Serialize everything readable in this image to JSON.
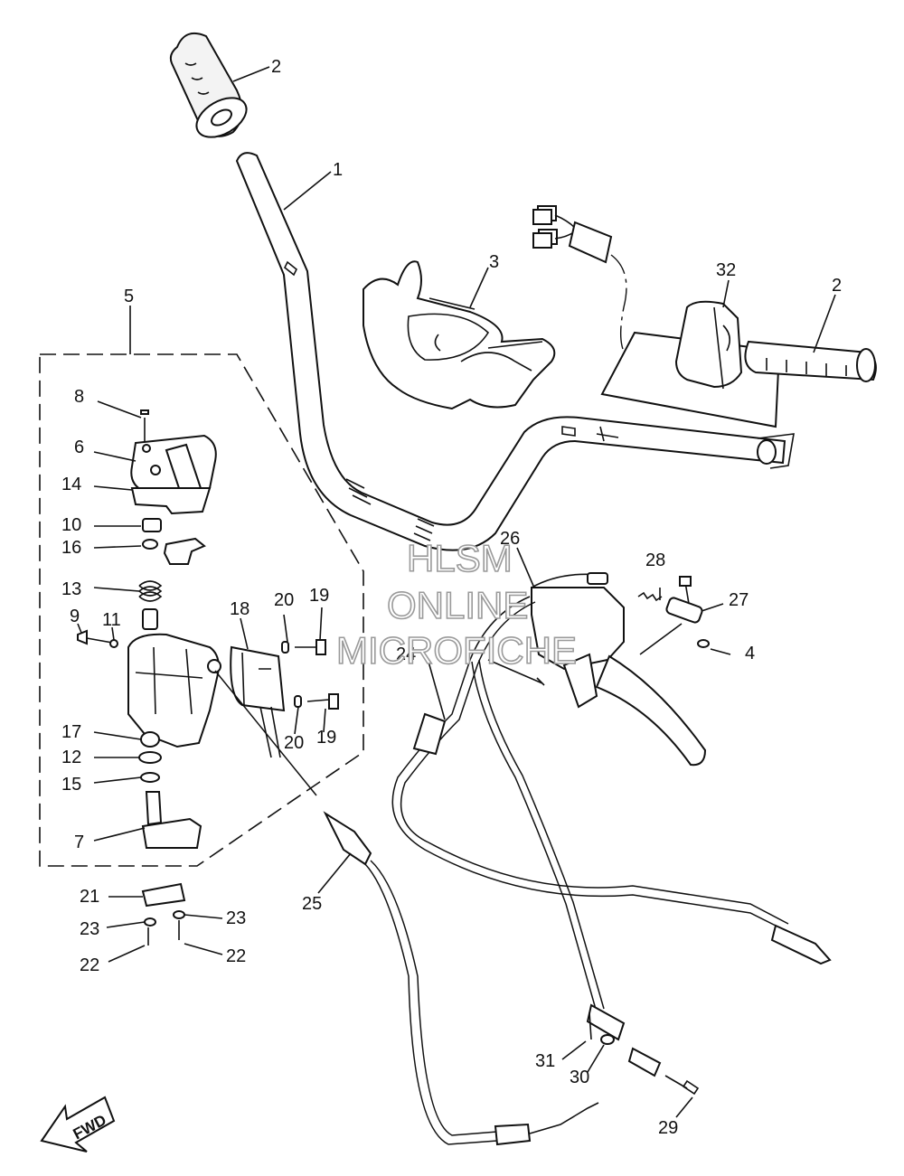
{
  "watermark": {
    "line1": "HLSM",
    "line2": "ONLINE",
    "line3": "MICROFICHE"
  },
  "fwd_label": "FWD",
  "callouts": [
    {
      "id": "c2a",
      "label": "2"
    },
    {
      "id": "c1",
      "label": "1"
    },
    {
      "id": "c3",
      "label": "3"
    },
    {
      "id": "c32",
      "label": "32"
    },
    {
      "id": "c2b",
      "label": "2"
    },
    {
      "id": "c5",
      "label": "5"
    },
    {
      "id": "c8",
      "label": "8"
    },
    {
      "id": "c6",
      "label": "6"
    },
    {
      "id": "c14",
      "label": "14"
    },
    {
      "id": "c10",
      "label": "10"
    },
    {
      "id": "c16",
      "label": "16"
    },
    {
      "id": "c13",
      "label": "13"
    },
    {
      "id": "c9",
      "label": "9"
    },
    {
      "id": "c11",
      "label": "11"
    },
    {
      "id": "c18",
      "label": "18"
    },
    {
      "id": "c20a",
      "label": "20"
    },
    {
      "id": "c19a",
      "label": "19"
    },
    {
      "id": "c20b",
      "label": "20"
    },
    {
      "id": "c19b",
      "label": "19"
    },
    {
      "id": "c17",
      "label": "17"
    },
    {
      "id": "c12",
      "label": "12"
    },
    {
      "id": "c15",
      "label": "15"
    },
    {
      "id": "c7",
      "label": "7"
    },
    {
      "id": "c26",
      "label": "26"
    },
    {
      "id": "c28",
      "label": "28"
    },
    {
      "id": "c27",
      "label": "27"
    },
    {
      "id": "c4",
      "label": "4"
    },
    {
      "id": "c24",
      "label": "24"
    },
    {
      "id": "c21",
      "label": "21"
    },
    {
      "id": "c23a",
      "label": "23"
    },
    {
      "id": "c23b",
      "label": "23"
    },
    {
      "id": "c22a",
      "label": "22"
    },
    {
      "id": "c22b",
      "label": "22"
    },
    {
      "id": "c25",
      "label": "25"
    },
    {
      "id": "c31",
      "label": "31"
    },
    {
      "id": "c30",
      "label": "30"
    },
    {
      "id": "c29",
      "label": "29"
    }
  ]
}
